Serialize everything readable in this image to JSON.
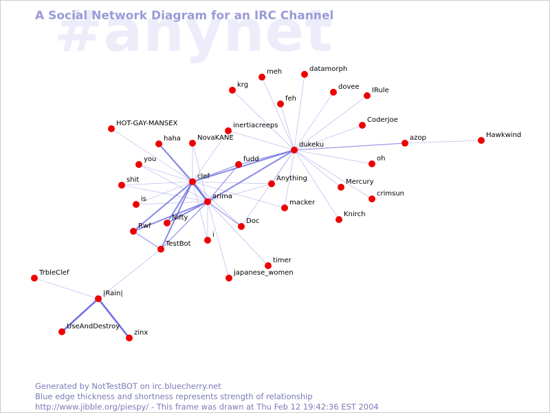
{
  "watermark": "#anynet",
  "title": "A Social Network Diagram for an IRC Channel",
  "footer": {
    "line1": "Generated by NotTestBOT on irc.bluecherry.net",
    "line2": "Blue edge thickness and shortness represents strength of relationship",
    "line3": "http://www.jibble.org/piespy/ - This frame was drawn at Thu Feb 12 19:42:36 EST 2004"
  },
  "colors": {
    "node": "#ee0000",
    "edge": "#6b6be0",
    "text": "#000000",
    "title": "#9a9ad8",
    "watermark": "#ececfa"
  },
  "graph": {
    "nodes": [
      {
        "id": "dukeku",
        "label": "dukeku"
      },
      {
        "id": "clef",
        "label": "clef"
      },
      {
        "id": "arima",
        "label": "arima"
      },
      {
        "id": "meh",
        "label": "meh"
      },
      {
        "id": "datamorph",
        "label": "datamorph"
      },
      {
        "id": "krg",
        "label": "krg"
      },
      {
        "id": "feh",
        "label": "feh"
      },
      {
        "id": "dovee",
        "label": "dovee"
      },
      {
        "id": "IRule",
        "label": "IRule"
      },
      {
        "id": "Coderjoe",
        "label": "Coderjoe"
      },
      {
        "id": "inertiacreeps",
        "label": "inertiacreeps"
      },
      {
        "id": "HOT-GAY-MANSEX",
        "label": "HOT-GAY-MANSEX"
      },
      {
        "id": "haha",
        "label": "haha"
      },
      {
        "id": "NovaKANE",
        "label": "NovaKANE"
      },
      {
        "id": "azop",
        "label": "azop"
      },
      {
        "id": "Hawkwind",
        "label": "Hawkwind"
      },
      {
        "id": "fudd",
        "label": "fudd"
      },
      {
        "id": "oh",
        "label": "oh"
      },
      {
        "id": "you",
        "label": "you"
      },
      {
        "id": "shit",
        "label": "shit"
      },
      {
        "id": "Anything",
        "label": "Anything"
      },
      {
        "id": "Mercury",
        "label": "Mercury"
      },
      {
        "id": "crimsun",
        "label": "crimsun"
      },
      {
        "id": "is",
        "label": "is"
      },
      {
        "id": "macker",
        "label": "macker"
      },
      {
        "id": "Knirch",
        "label": "Knirch"
      },
      {
        "id": "Nifty",
        "label": "Nifty"
      },
      {
        "id": "Doc",
        "label": "Doc"
      },
      {
        "id": "Rwf",
        "label": "Rwf"
      },
      {
        "id": "i",
        "label": "i"
      },
      {
        "id": "TestBot",
        "label": "TestBot"
      },
      {
        "id": "timer",
        "label": "timer"
      },
      {
        "id": "japanese_women",
        "label": "japanese_women"
      },
      {
        "id": "TrbleClef",
        "label": "TrbleClef"
      },
      {
        "id": "|Rain|",
        "label": "|Rain|"
      },
      {
        "id": "UseAndDestroy",
        "label": "UseAndDestroy"
      },
      {
        "id": "zinx",
        "label": "zinx"
      }
    ],
    "edges": [
      {
        "source": "dukeku",
        "target": "meh",
        "weight": 1
      },
      {
        "source": "dukeku",
        "target": "datamorph",
        "weight": 1
      },
      {
        "source": "dukeku",
        "target": "krg",
        "weight": 1
      },
      {
        "source": "dukeku",
        "target": "feh",
        "weight": 1
      },
      {
        "source": "dukeku",
        "target": "dovee",
        "weight": 1
      },
      {
        "source": "dukeku",
        "target": "IRule",
        "weight": 1
      },
      {
        "source": "dukeku",
        "target": "Coderjoe",
        "weight": 1
      },
      {
        "source": "dukeku",
        "target": "inertiacreeps",
        "weight": 1
      },
      {
        "source": "dukeku",
        "target": "azop",
        "weight": 2
      },
      {
        "source": "dukeku",
        "target": "oh",
        "weight": 1
      },
      {
        "source": "dukeku",
        "target": "Mercury",
        "weight": 1
      },
      {
        "source": "dukeku",
        "target": "crimsun",
        "weight": 1
      },
      {
        "source": "dukeku",
        "target": "Knirch",
        "weight": 1
      },
      {
        "source": "dukeku",
        "target": "macker",
        "weight": 1
      },
      {
        "source": "dukeku",
        "target": "Anything",
        "weight": 1
      },
      {
        "source": "dukeku",
        "target": "fudd",
        "weight": 2
      },
      {
        "source": "dukeku",
        "target": "clef",
        "weight": 3
      },
      {
        "source": "dukeku",
        "target": "arima",
        "weight": 3
      },
      {
        "source": "dukeku",
        "target": "Doc",
        "weight": 1
      },
      {
        "source": "azop",
        "target": "Hawkwind",
        "weight": 1
      },
      {
        "source": "clef",
        "target": "arima",
        "weight": 4
      },
      {
        "source": "clef",
        "target": "HOT-GAY-MANSEX",
        "weight": 1
      },
      {
        "source": "clef",
        "target": "haha",
        "weight": 3
      },
      {
        "source": "clef",
        "target": "NovaKANE",
        "weight": 1
      },
      {
        "source": "clef",
        "target": "inertiacreeps",
        "weight": 1
      },
      {
        "source": "clef",
        "target": "fudd",
        "weight": 2
      },
      {
        "source": "clef",
        "target": "you",
        "weight": 1
      },
      {
        "source": "clef",
        "target": "shit",
        "weight": 1
      },
      {
        "source": "clef",
        "target": "is",
        "weight": 1
      },
      {
        "source": "clef",
        "target": "Nifty",
        "weight": 3
      },
      {
        "source": "clef",
        "target": "Rwf",
        "weight": 3
      },
      {
        "source": "clef",
        "target": "TestBot",
        "weight": 3
      },
      {
        "source": "clef",
        "target": "i",
        "weight": 1
      },
      {
        "source": "clef",
        "target": "Doc",
        "weight": 1
      },
      {
        "source": "clef",
        "target": "Anything",
        "weight": 1
      },
      {
        "source": "clef",
        "target": "macker",
        "weight": 1
      },
      {
        "source": "arima",
        "target": "haha",
        "weight": 1
      },
      {
        "source": "arima",
        "target": "NovaKANE",
        "weight": 1
      },
      {
        "source": "arima",
        "target": "fudd",
        "weight": 2
      },
      {
        "source": "arima",
        "target": "you",
        "weight": 1
      },
      {
        "source": "arima",
        "target": "shit",
        "weight": 1
      },
      {
        "source": "arima",
        "target": "is",
        "weight": 1
      },
      {
        "source": "arima",
        "target": "Nifty",
        "weight": 3
      },
      {
        "source": "arima",
        "target": "Rwf",
        "weight": 3
      },
      {
        "source": "arima",
        "target": "TestBot",
        "weight": 2
      },
      {
        "source": "arima",
        "target": "i",
        "weight": 1
      },
      {
        "source": "arima",
        "target": "Doc",
        "weight": 2
      },
      {
        "source": "arima",
        "target": "timer",
        "weight": 1
      },
      {
        "source": "arima",
        "target": "japanese_women",
        "weight": 1
      },
      {
        "source": "arima",
        "target": "Anything",
        "weight": 1
      },
      {
        "source": "Rwf",
        "target": "TestBot",
        "weight": 2
      },
      {
        "source": "TestBot",
        "target": "|Rain|",
        "weight": 1
      },
      {
        "source": "|Rain|",
        "target": "TrbleClef",
        "weight": 1
      },
      {
        "source": "|Rain|",
        "target": "UseAndDestroy",
        "weight": 4
      },
      {
        "source": "|Rain|",
        "target": "zinx",
        "weight": 4
      }
    ]
  }
}
